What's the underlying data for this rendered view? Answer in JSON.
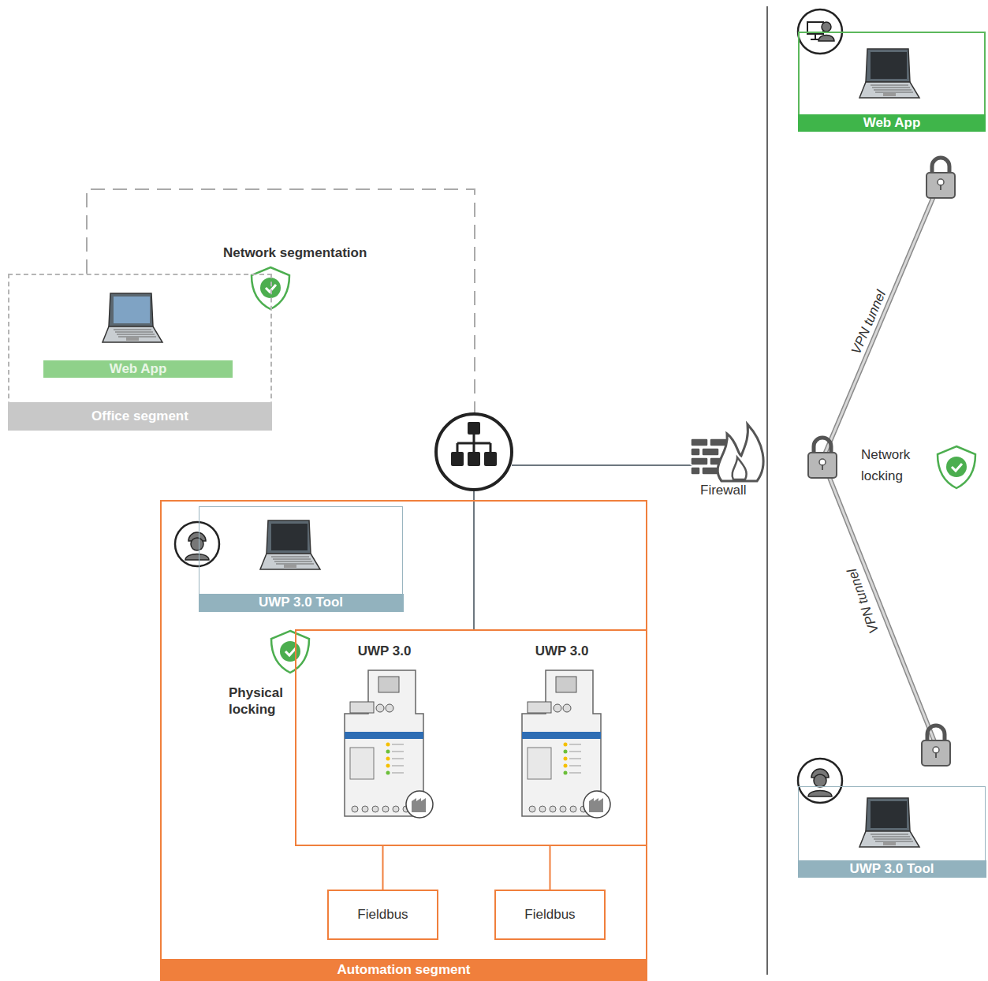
{
  "diagram": {
    "nodes": [
      {
        "text": [
          "Office segment"
        ]
      },
      {
        "text": [
          "Web App"
        ],
        "in": 0
      },
      {
        "text": [
          "Automation segment"
        ]
      },
      {
        "text": [
          "UWP 3.0 Tool"
        ],
        "in": 2
      },
      {
        "text": [
          "Physical locking"
        ],
        "in": 2
      },
      {
        "text": [
          "UWP 3.0"
        ],
        "in": 4
      },
      {
        "text": [
          "UWP 3.0"
        ],
        "in": 4
      },
      {
        "text": [
          "Fieldbus"
        ],
        "in": 2
      },
      {
        "text": [
          "Fieldbus"
        ],
        "in": 2
      },
      {
        "text": [
          "Web App"
        ]
      },
      {
        "text": [
          "UWP 3.0 Tool"
        ]
      }
    ],
    "edges": [
      {
        "from": 4,
        "to": 7,
        "arrow": "none"
      },
      {
        "from": 4,
        "to": 8,
        "arrow": "none"
      }
    ],
    "labels": [
      "Network segmentation",
      "Firewall",
      "VPN tunnel",
      "VPN tunnel",
      "Network locking"
    ]
  }
}
